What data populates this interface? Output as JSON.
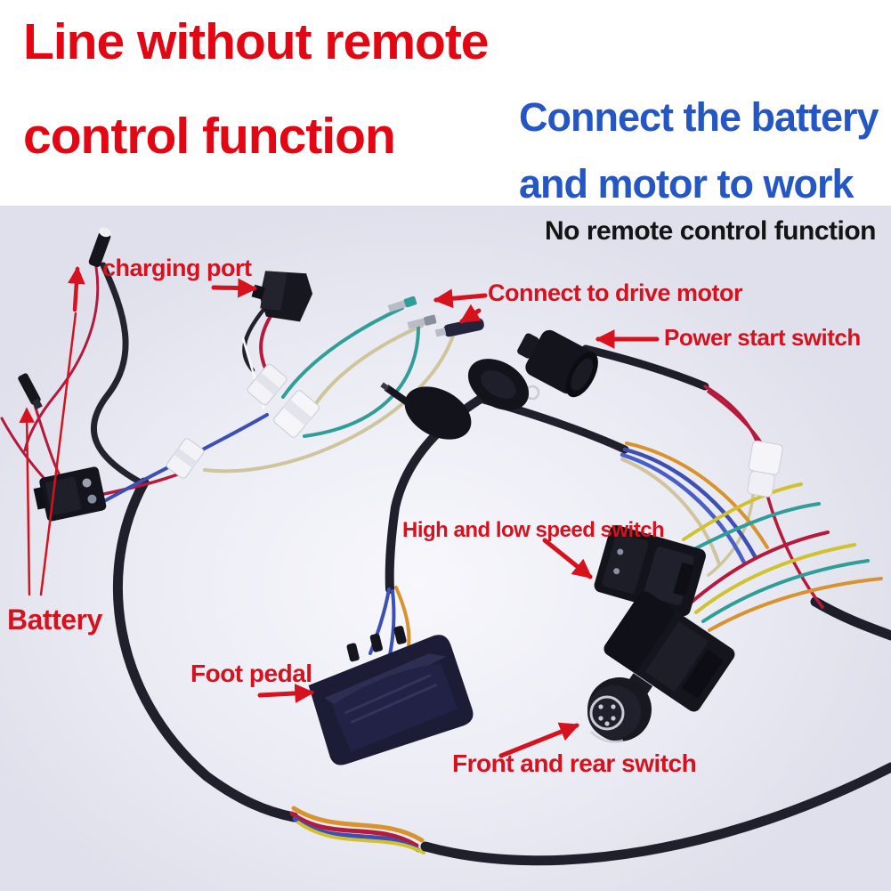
{
  "header": {
    "title_line1": "Line without remote",
    "title_line2": "control function",
    "subtitle_line1": "Connect the battery",
    "subtitle_line2": "and motor to work",
    "note": "No remote control function"
  },
  "annotations": {
    "charging_port": "charging port",
    "connect_drive_motor": "Connect to drive motor",
    "power_start_switch": "Power start switch",
    "high_low_speed_switch": "High and low speed switch",
    "battery": "Battery",
    "foot_pedal": "Foot pedal",
    "front_rear_switch": "Front and rear switch"
  },
  "components": [
    "charging-port-connector",
    "charging-port-terminal",
    "battery-terminal",
    "battery-micro-switch",
    "white-wire-connectors",
    "drive-motor-terminals",
    "power-start-key-switch",
    "keys-on-ring",
    "high-low-speed-rocker-switch",
    "foot-pedal-switch",
    "front-rear-gear-switch",
    "wiring-loom"
  ],
  "colors": {
    "title_red": "#e30613",
    "label_red": "#d6121f",
    "subtitle_blue": "#2456c4",
    "note_black": "#141414",
    "photo_background": "#e4e4ef",
    "cable_black": "#20202c",
    "wire_red": "#b51a3c",
    "wire_blue": "#3c50b4",
    "wire_teal": "#2f9e98",
    "wire_tan": "#cfc49c",
    "wire_orange": "#d8932f",
    "wire_yellow": "#cfc22e",
    "connector_white": "#f3f3f7"
  }
}
